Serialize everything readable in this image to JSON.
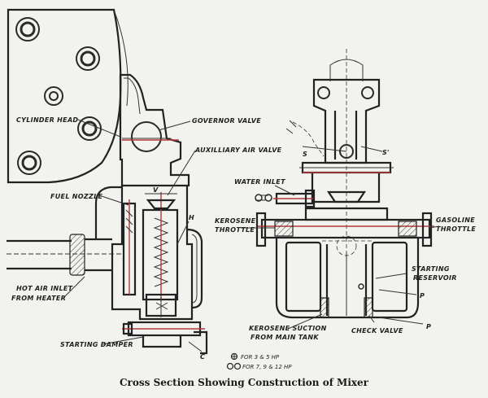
{
  "labels": {
    "cylinder_head": "CYLINDER HEAD",
    "governor_valve": "GOVERNOR VALVE",
    "auxiliary_air_valve": "AUXILLIARY AIR VALVE",
    "fuel_nozzle": "FUEL NOZZLE",
    "hot_air_inlet_1": "HOT AIR INLET",
    "hot_air_inlet_2": "FROM HEATER",
    "starting_damper": "STARTING DAMPER",
    "water_inlet": "WATER INLET",
    "kerosene_throttle_1": "KEROSENE",
    "kerosene_throttle_2": "THROTTLE",
    "gasoline_throttle_1": "GASOLINE",
    "gasoline_throttle_2": "THROTTLE",
    "starting_reservoir_1": "STARTING",
    "starting_reservoir_2": "RESERVOIR",
    "kerosene_suction_1": "KEROSENE SUCTION",
    "kerosene_suction_2": "FROM MAIN TANK",
    "check_valve": "CHECK VALVE",
    "letter_v": "V",
    "letter_h": "H",
    "letter_c": "C",
    "letter_s1": "S",
    "letter_s2": "S'",
    "letter_p1": "P",
    "letter_p2": "P"
  },
  "legend": {
    "item1": "FOR 3 & 5 HP",
    "item2": "FOR 7, 9 & 12 HP"
  },
  "caption": "Cross Section Showing Construction of Mixer"
}
